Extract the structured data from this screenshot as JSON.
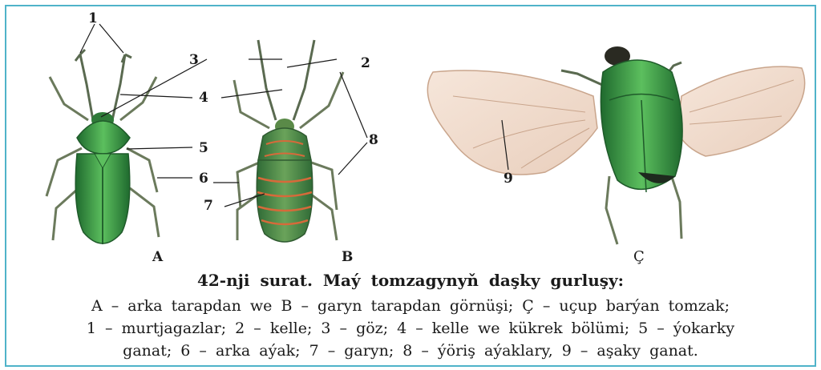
{
  "figure": {
    "labels": {
      "n1": "1",
      "n2": "2",
      "n3": "3",
      "n4": "4",
      "n5": "5",
      "n6": "6",
      "n7": "7",
      "n8": "8",
      "n9": "9"
    },
    "panels": {
      "a": "A",
      "b": "B",
      "c": "Ç"
    }
  },
  "caption": {
    "title": "42-nji surat. Maý tomzagynyň daşky gurluşy:",
    "line1": "A – arka tarapdan we B – garyn tarapdan görnüşi; Ç – uçup barýan tomzak;",
    "line2": "1 – murtjagazlar; 2 – kelle; 3 – göz; 4 – kelle we kükrek bölümi; 5 – ýokarky",
    "line3": "ganat; 6 – arka aýak; 7 – garyn; 8 – ýöriş aýaklary, 9 – aşaky ganat."
  },
  "colors": {
    "frame": "#4fb3c9",
    "beetle_green": "#3f9a4a",
    "beetle_dark": "#1f5a2a",
    "underside_orange": "#d66a3a",
    "wing": "#f1ddd0"
  }
}
